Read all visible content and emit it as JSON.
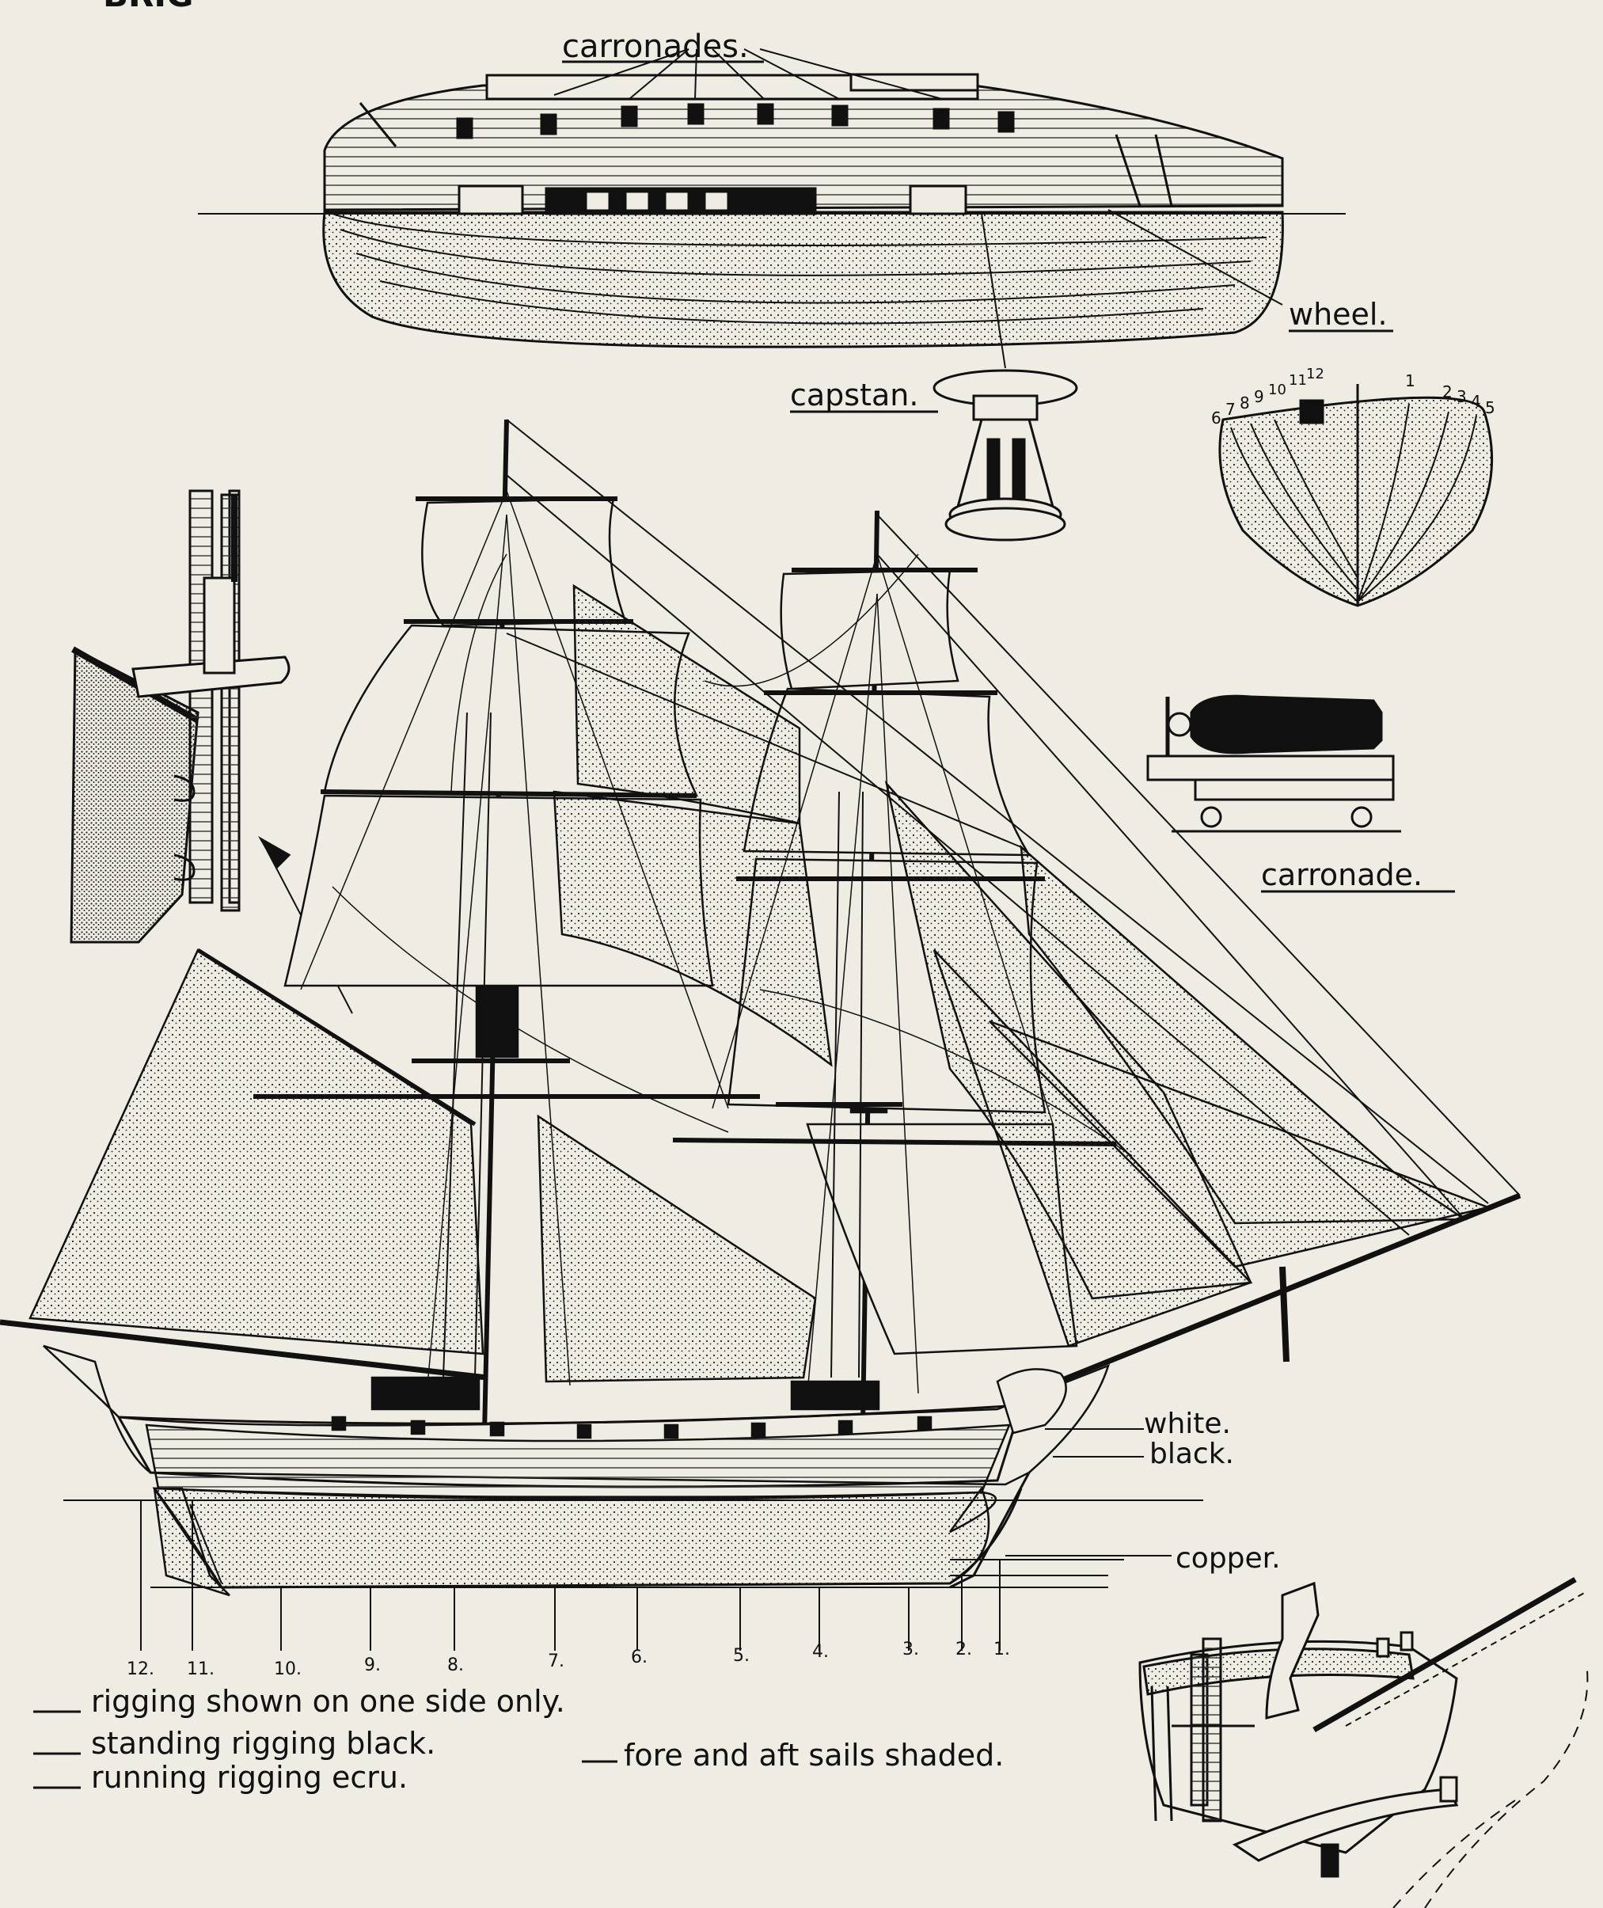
{
  "labels": {
    "corner_text": "BRIG",
    "carronades": "carronades.",
    "wheel": "wheel.",
    "capstan": "capstan.",
    "carronade": "carronade.",
    "white": "white.",
    "black": "black.",
    "copper": "copper."
  },
  "section_numbers": {
    "left": [
      "6",
      "7",
      "8",
      "9",
      "10",
      "11",
      "12"
    ],
    "right": [
      "1",
      "2",
      "3",
      "4",
      "5"
    ]
  },
  "station_numbers": [
    "12.",
    "11.",
    "10.",
    "9.",
    "8.",
    "7.",
    "6.",
    "5.",
    "4.",
    "3.",
    "2.",
    "1."
  ],
  "legend": [
    "rigging shown on one side only.",
    "standing rigging black.",
    "running rigging ecru.",
    "fore and aft sails shaded."
  ],
  "colors": {
    "paper": "#efece4",
    "ink": "#111111"
  }
}
